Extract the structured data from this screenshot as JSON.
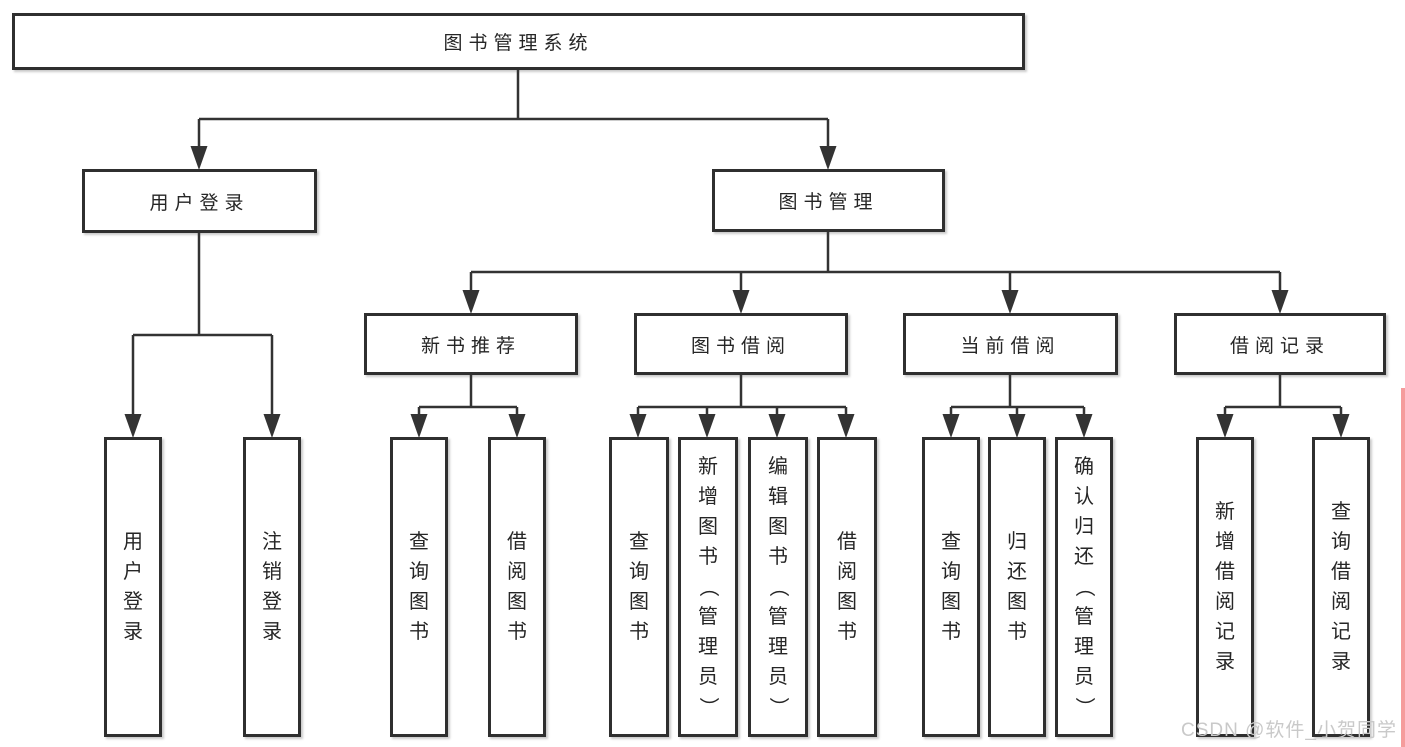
{
  "nodes": {
    "root": "图书管理系统",
    "user_login": "用户登录",
    "book_mgmt": "图书管理",
    "new_book_rec": "新书推荐",
    "book_borrow": "图书借阅",
    "current_borrow": "当前借阅",
    "borrow_records": "借阅记录",
    "leaf_user_login": "用户登录",
    "leaf_logout": "注销登录",
    "leaf_rec_query_book": "查询图书",
    "leaf_rec_borrow_book": "借阅图书",
    "leaf_bb_query_book": "查询图书",
    "leaf_bb_add_book_admin": "新增图书（管理员）",
    "leaf_bb_edit_book_admin": "编辑图书（管理员）",
    "leaf_bb_borrow_book": "借阅图书",
    "leaf_cb_query_book": "查询图书",
    "leaf_cb_return_book": "归还图书",
    "leaf_cb_confirm_return_admin": "确认归还（管理员）",
    "leaf_br_add_record": "新增借阅记录",
    "leaf_br_query_record": "查询借阅记录"
  },
  "watermark": {
    "text": "CSDN @软件_小贺同学",
    "text_color": "#c9c9c9",
    "strip_color": "#f59c9c"
  },
  "colors": {
    "line": "#333333",
    "box_border": "#2f2f2f",
    "text": "#262626",
    "background": "#ffffff"
  }
}
